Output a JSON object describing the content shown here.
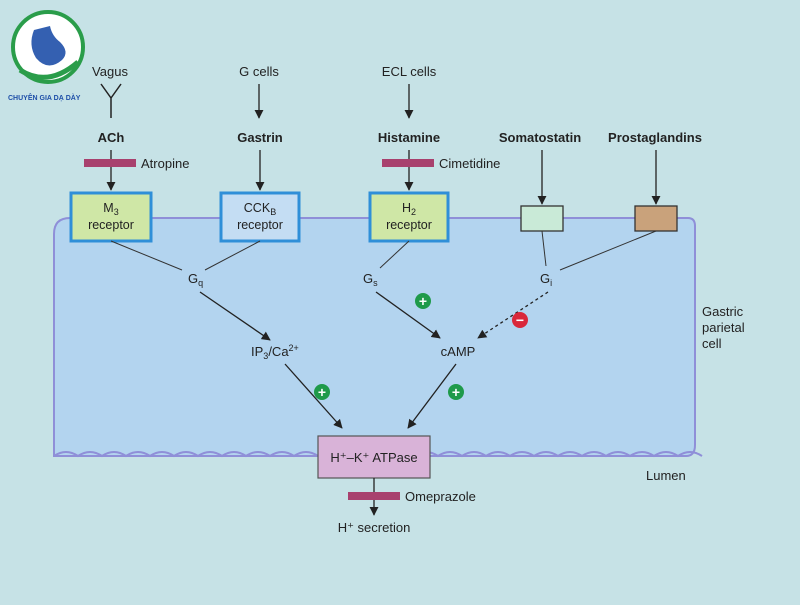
{
  "logo": {
    "caption": "CHUYÊN GIA DẠ DÀY",
    "icon": "stomach-logo-icon"
  },
  "cell": {
    "label_lines": [
      "Gastric",
      "parietal",
      "cell"
    ],
    "lumen_label": "Lumen",
    "membrane_color": "#8f8fd8",
    "fill_color": "#b3d4ef"
  },
  "sources": {
    "vagus": "Vagus",
    "g_cells": "G cells",
    "ecl_cells": "ECL cells"
  },
  "ligands": {
    "ach": "ACh",
    "gastrin": "Gastrin",
    "histamine": "Histamine",
    "somatostatin": "Somatostatin",
    "prostaglandins": "Prostaglandins"
  },
  "inhibitors": {
    "atropine": "Atropine",
    "cimetidine": "Cimetidine",
    "omeprazole": "Omeprazole",
    "bar_color": "#a8416e"
  },
  "receptors": {
    "m3": {
      "name": "M",
      "sub": "3",
      "line2": "receptor",
      "fill": "#cfe7a6"
    },
    "cckb": {
      "name": "CCK",
      "sub": "B",
      "line2": "receptor",
      "fill": "#c4ddf3"
    },
    "h2": {
      "name": "H",
      "sub": "2",
      "line2": "receptor",
      "fill": "#cfe7a6"
    },
    "box_border": "#2f8fd8",
    "somatostatin_box_fill": "#c9ead7",
    "prostaglandin_box_fill": "#c9a27b"
  },
  "g_proteins": {
    "gq": {
      "name": "G",
      "sub": "q"
    },
    "gs": {
      "name": "G",
      "sub": "s"
    },
    "gi": {
      "name": "G",
      "sub": "i"
    }
  },
  "messengers": {
    "ip3": "IP",
    "ip3_sub": "3",
    "ca": "/Ca",
    "ca_sup": "2+",
    "camp": "cAMP"
  },
  "pump": {
    "label": "H⁺–K⁺ ATPase",
    "fill": "#d9b3d8"
  },
  "output": {
    "label": "H⁺ secretion"
  },
  "signs": {
    "plus": "+",
    "minus": "−",
    "plus_color": "#1f9a4a",
    "minus_color": "#d9273a"
  }
}
